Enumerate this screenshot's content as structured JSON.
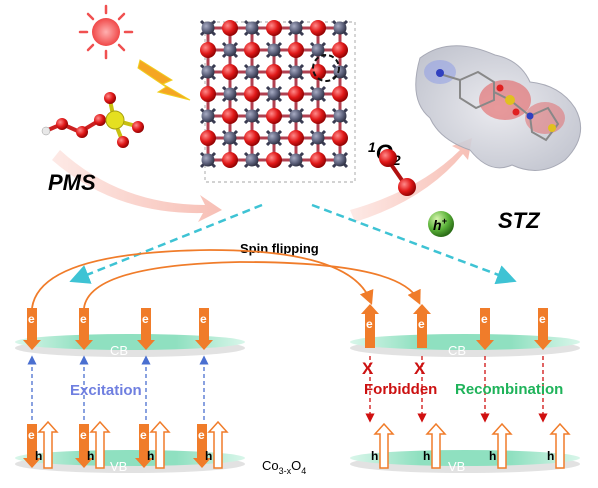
{
  "labels": {
    "pms": "PMS",
    "singlet_oxygen_sup": "1",
    "singlet_oxygen_main": "O",
    "singlet_oxygen_sub": "2",
    "hole": "h",
    "hole_sup": "+",
    "stz": "STZ",
    "spin_flipping": "Spin flipping",
    "excitation": "Excitation",
    "forbidden": "Forbidden",
    "recombination": "Recombination",
    "cb": "CB",
    "vb": "VB",
    "cross_mark": "X",
    "electron": "e",
    "hole_carrier": "h",
    "material_main": "Co",
    "material_sub1": "3-x",
    "material_rest": "O",
    "material_sub2": "4"
  },
  "colors": {
    "electron_arrow": "#f07c2a",
    "band": "#8fe0c0",
    "excitation_text": "#6f7fe0",
    "forbidden_text": "#cc1111",
    "recombination_text": "#1fb35a",
    "cyan_arrow": "#3ec3d4",
    "pink_arrow": "#f8c7bf",
    "co_atom": "#5a5e78",
    "o_atom": "#e01818",
    "sun": "#f05050",
    "hole_ball": "#5cb43a"
  }
}
